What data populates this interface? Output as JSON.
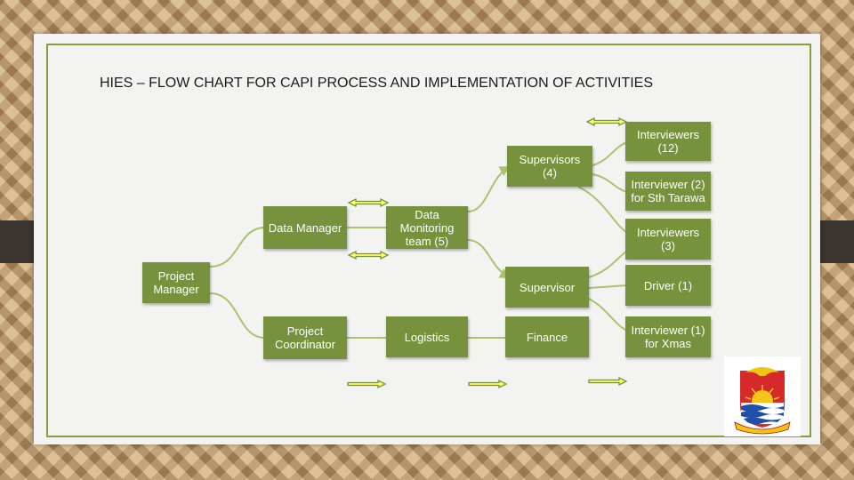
{
  "title": "HIES – FLOW CHART FOR CAPI PROCESS AND IMPLEMENTATION OF ACTIVITIES",
  "nodes": {
    "project_manager": "Project Manager",
    "data_manager": "Data Manager",
    "project_coordinator": "Project Coordinator",
    "data_monitoring_team": "Data Monitoring team (5)",
    "logistics": "Logistics",
    "supervisors": "Supervisors (4)",
    "supervisor": "Supervisor",
    "finance": "Finance",
    "interviewers_12": "Interviewers (12)",
    "interviewer_sth_tarawa": "Interviewer (2) for Sth Tarawa",
    "interviewers_3": "Interviewers (3)",
    "driver": "Driver (1)",
    "interviewer_xmas": "Interviewer (1) for Xmas"
  },
  "colors": {
    "node_fill": "#76923c",
    "frame": "#8e9a3c",
    "arrow_fill": "#ffff66",
    "connector": "#a9c46b"
  }
}
